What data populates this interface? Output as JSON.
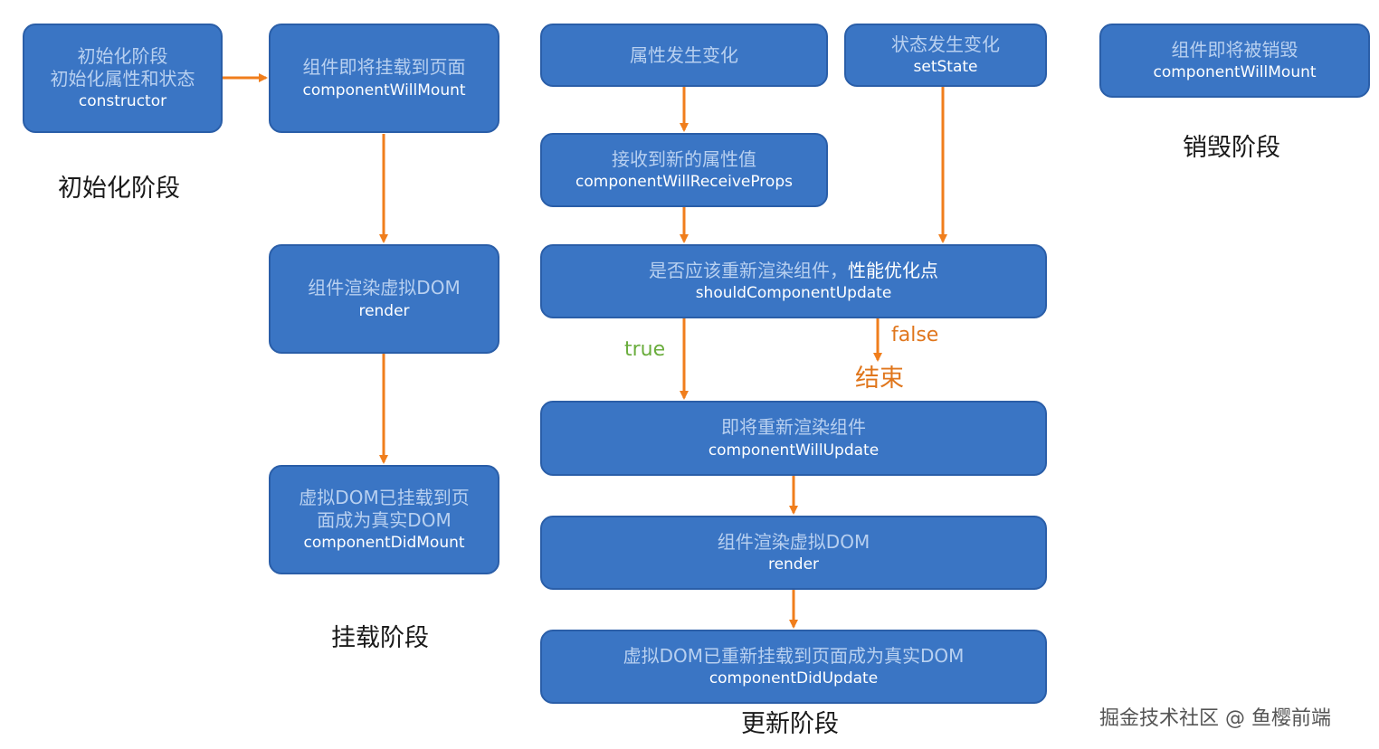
{
  "colors": {
    "node_fill": "#3a75c4",
    "node_border": "#2a5ea8",
    "node_cn_text": "#b8d0f0",
    "node_en_text": "#ffffff",
    "arrow": "#f07e1c",
    "true_label": "#6aad3d",
    "false_label": "#e0761c",
    "end_label": "#e0761c"
  },
  "init": {
    "node": {
      "line1": "初始化阶段",
      "line2": "初始化属性和状态",
      "method": "constructor"
    },
    "phase_label": "初始化阶段"
  },
  "mount": {
    "will_mount": {
      "line1": "组件即将挂载到页面",
      "method": "componentWillMount"
    },
    "render": {
      "line1": "组件渲染虚拟DOM",
      "method": "render"
    },
    "did_mount": {
      "line1": "虚拟DOM已挂载到页",
      "line2": "面成为真实DOM",
      "method": "componentDidMount"
    },
    "phase_label": "挂载阶段"
  },
  "update": {
    "props_change": {
      "line1": "属性发生变化"
    },
    "state_change": {
      "line1": "状态发生变化",
      "method": "setState"
    },
    "receive_props": {
      "line1": "接收到新的属性值",
      "method": "componentWillReceiveProps"
    },
    "should_update": {
      "line1": "是否应该重新渲染组件，",
      "line1_emphasis": "性能优化点",
      "method": "shouldComponentUpdate"
    },
    "true_label": "true",
    "false_label": "false",
    "end_label": "结束",
    "will_update": {
      "line1": "即将重新渲染组件",
      "method": "componentWillUpdate"
    },
    "render": {
      "line1": "组件渲染虚拟DOM",
      "method": "render"
    },
    "did_update": {
      "line1": "虚拟DOM已重新挂载到页面成为真实DOM",
      "method": "componentDidUpdate"
    },
    "phase_label": "更新阶段"
  },
  "unmount": {
    "node": {
      "line1": "组件即将被销毁",
      "method": "componentWillMount"
    },
    "phase_label": "销毁阶段"
  },
  "watermark": "掘金技术社区 @ 鱼樱前端"
}
